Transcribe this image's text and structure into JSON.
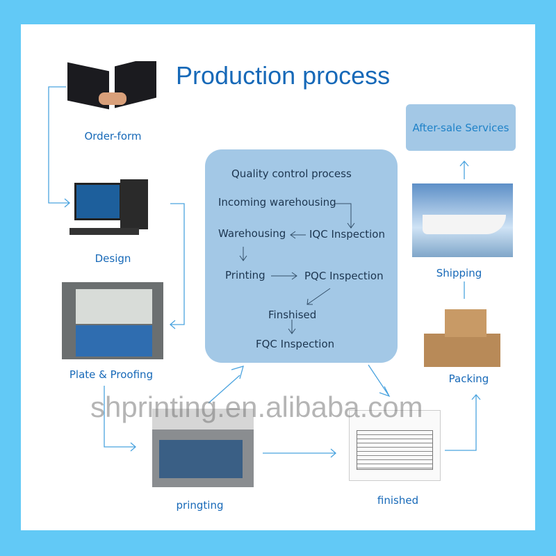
{
  "title": "Production process",
  "steps": {
    "order": "Order-form",
    "design": "Design",
    "plate": "Plate & Proofing",
    "printing": "pringting",
    "finished": "finished",
    "packing": "Packing",
    "shipping": "Shipping",
    "after_sale": "After-sale Services"
  },
  "qc": {
    "title": "Quality control process",
    "incoming": "Incoming warehousing",
    "iqc": "IQC Inspection",
    "warehousing": "Warehousing",
    "printing": "Printing",
    "pqc": "PQC Inspection",
    "finished": "Finshised",
    "fqc": "FQC Inspection"
  },
  "watermark": "shprinting.en.alibaba.com",
  "colors": {
    "background": "#62c9f6",
    "title": "#1769b8",
    "box": "#a3c8e6",
    "arrow": "#4aa3df"
  }
}
